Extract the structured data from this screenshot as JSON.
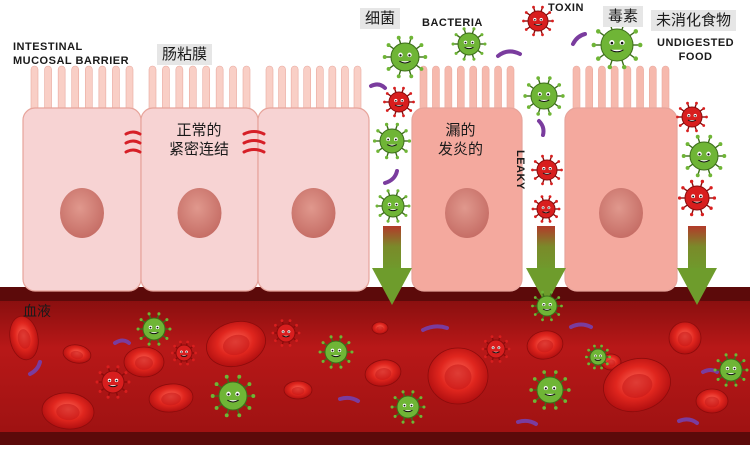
{
  "labels": {
    "intestinal_barrier_en_line1": "INTESTINAL",
    "intestinal_barrier_en_line2": "MUCOSAL BARRIER",
    "intestinal_barrier_cn": "肠粘膜",
    "tight_junction_cn_line1": "正常的",
    "tight_junction_cn_line2": "紧密连结",
    "bacteria_cn": "细菌",
    "bacteria_en": "BACTERIA",
    "toxin_en": "TOXIN",
    "toxin_cn": "毒素",
    "undigested_cn": "未消化食物",
    "undigested_en_line1": "UNDIGESTED",
    "undigested_en_line2": "FOOD",
    "leaky_inflamed_cn_line1": "漏的",
    "leaky_inflamed_cn_line2": "发炎的",
    "leaky_en": "LEAKY",
    "blood_cn": "血液"
  },
  "colors": {
    "cell_fill": "#f7d3d3",
    "cell_inflamed_fill": "#f4a99e",
    "nucleus": "#cf7f76",
    "villi": "#f9cfc6",
    "blood_band": "#a51515",
    "blood_dark": "#5c0a0a",
    "rbc": "#d81e1e",
    "bacteria_green": "#6fb536",
    "bacteria_red": "#d81e1e",
    "toxin_purple": "#7a3c9e",
    "arrow_green": "#6f9a2c",
    "junction_red": "#d61f27"
  }
}
